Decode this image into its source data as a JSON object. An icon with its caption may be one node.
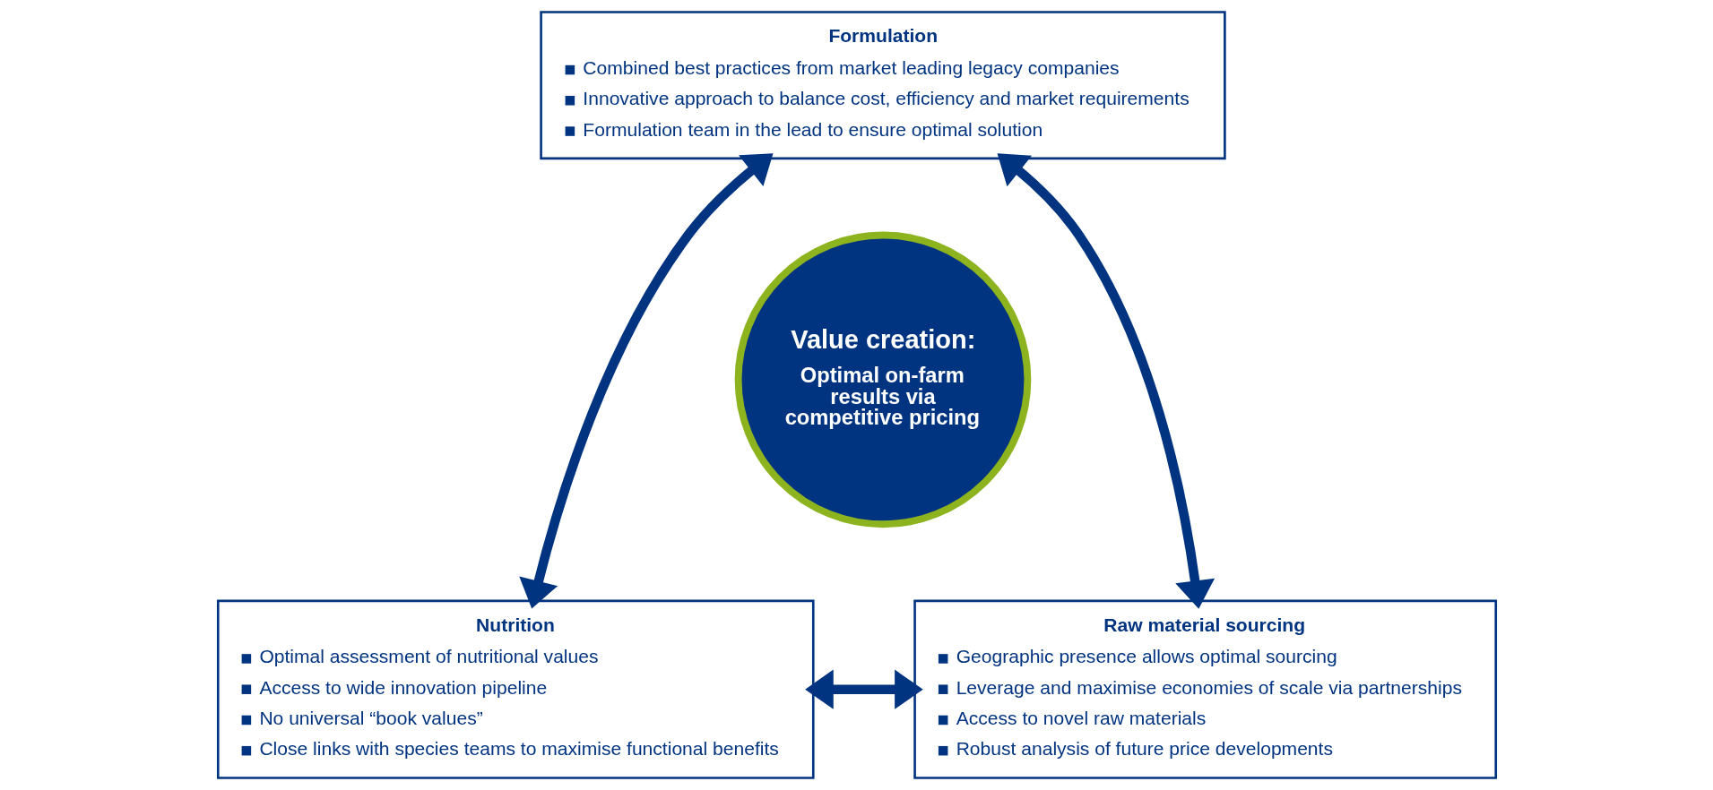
{
  "diagram": {
    "nodes": [
      {
        "text": [
          "Formulation",
          "Combined best practices from market leading legacy companies",
          "Innovative approach to balance cost, efficiency and market requirements",
          "Formulation team in the lead to ensure optimal solution"
        ]
      },
      {
        "text": [
          "Value creation:",
          "Optimal on-farm results via competitive pricing"
        ]
      },
      {
        "text": [
          "Nutrition",
          "Optimal assessment of nutritional values",
          "Access to wide innovation pipeline",
          "No universal “book values”",
          "Close links with species teams to maximise functional benefits"
        ]
      },
      {
        "text": [
          "Raw material sourcing",
          "Geographic presence allows optimal sourcing",
          "Leverage and maximise economies of scale via partnerships",
          "Access to novel raw materials",
          "Robust analysis of future price developments"
        ]
      }
    ],
    "edges": [
      {
        "from": 0,
        "to": 2,
        "arrow": "both"
      },
      {
        "from": 0,
        "to": 3,
        "arrow": "both"
      },
      {
        "from": 2,
        "to": 3,
        "arrow": "both"
      }
    ]
  }
}
